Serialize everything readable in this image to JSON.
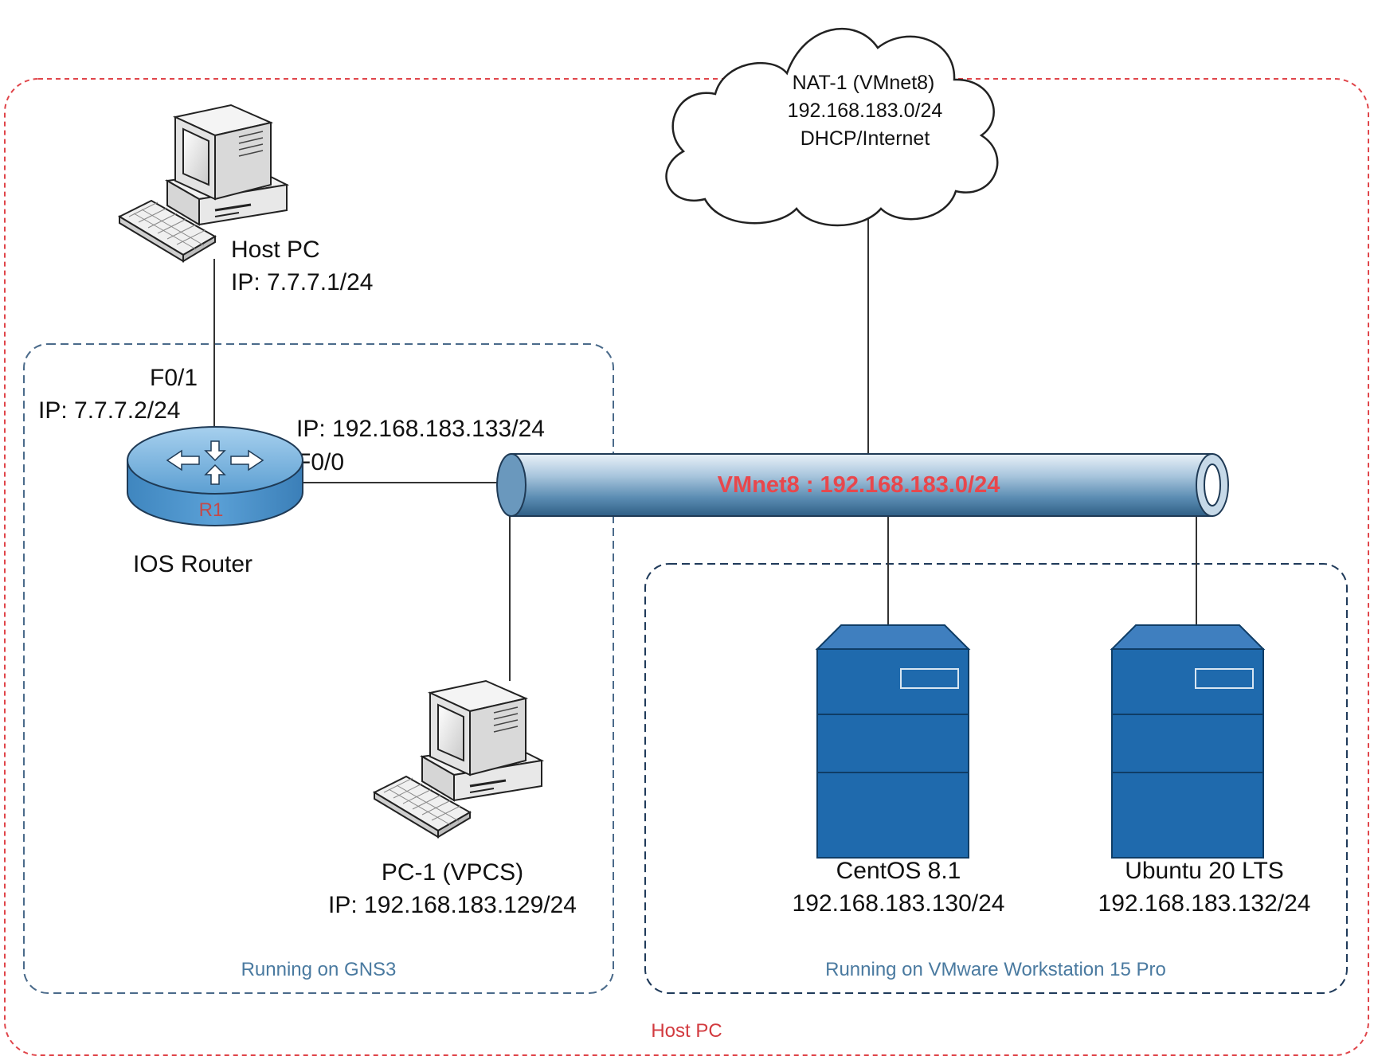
{
  "boundaries": {
    "host": {
      "label": "Host PC",
      "color": "#e0454a"
    },
    "gns3": {
      "label": "Running on GNS3",
      "color": "#4a6a8a"
    },
    "vmware": {
      "label": "Running on VMware Workstation 15 Pro",
      "color": "#4a6a8a"
    }
  },
  "cloud": {
    "icon": "cloud-icon",
    "line1": "NAT-1 (VMnet8)",
    "line2": "192.168.183.0/24",
    "line3": "DHCP/Internet"
  },
  "host_pc": {
    "icon": "desktop-computer-icon",
    "name": "Host PC",
    "ip": "IP: 7.7.7.1/24"
  },
  "router": {
    "icon": "router-icon",
    "badge": "R1",
    "name": "IOS Router",
    "f01_label": "F0/1",
    "f01_ip": "IP: 7.7.7.2/24",
    "f00_ip": "IP: 192.168.183.133/24",
    "f00_label": "F0/0"
  },
  "vmnet": {
    "icon": "network-pipe-icon",
    "label": "VMnet8 : 192.168.183.0/24",
    "label_color": "#e8474c"
  },
  "pc1": {
    "icon": "desktop-computer-icon",
    "name": "PC-1 (VPCS)",
    "ip": "IP: 192.168.183.129/24"
  },
  "centos": {
    "icon": "server-icon",
    "name": "CentOS 8.1",
    "ip": "192.168.183.130/24"
  },
  "ubuntu": {
    "icon": "server-icon",
    "name": "Ubuntu 20 LTS",
    "ip": "192.168.183.132/24"
  },
  "colors": {
    "server": "#1e6aae",
    "router": "#4f9bd0",
    "pipe": "#6e9fc2"
  }
}
